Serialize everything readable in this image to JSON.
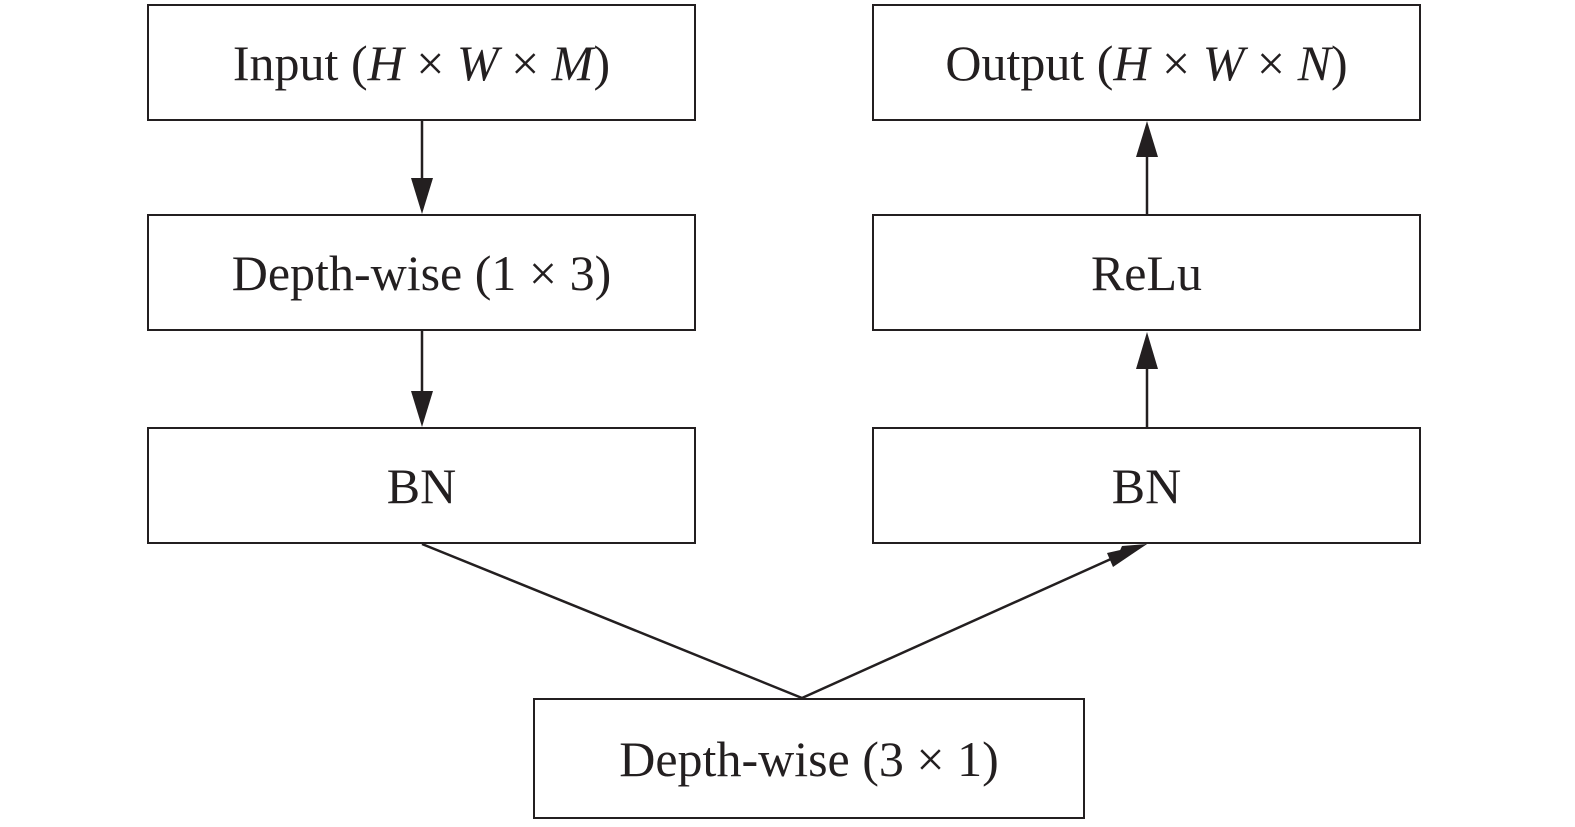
{
  "nodes": {
    "input": {
      "prefix": "Input (",
      "dims": [
        "H",
        "W",
        "M"
      ],
      "times": "×",
      "suffix": ")"
    },
    "depthwise_1x3": {
      "label": "Depth-wise (1 × 3)"
    },
    "bn_left": {
      "label": "BN"
    },
    "depthwise_3x1": {
      "label": "Depth-wise (3 × 1)"
    },
    "bn_right": {
      "label": "BN"
    },
    "relu": {
      "label": "ReLu"
    },
    "output": {
      "prefix": "Output (",
      "dims": [
        "H",
        "W",
        "N"
      ],
      "times": "×",
      "suffix": ")"
    }
  },
  "edges": [
    {
      "from": "input",
      "to": "depthwise_1x3"
    },
    {
      "from": "depthwise_1x3",
      "to": "bn_left"
    },
    {
      "from": "bn_left",
      "to": "depthwise_3x1"
    },
    {
      "from": "depthwise_3x1",
      "to": "bn_right"
    },
    {
      "from": "bn_right",
      "to": "relu"
    },
    {
      "from": "relu",
      "to": "output"
    }
  ],
  "colors": {
    "stroke": "#231f20",
    "background": "#ffffff"
  }
}
